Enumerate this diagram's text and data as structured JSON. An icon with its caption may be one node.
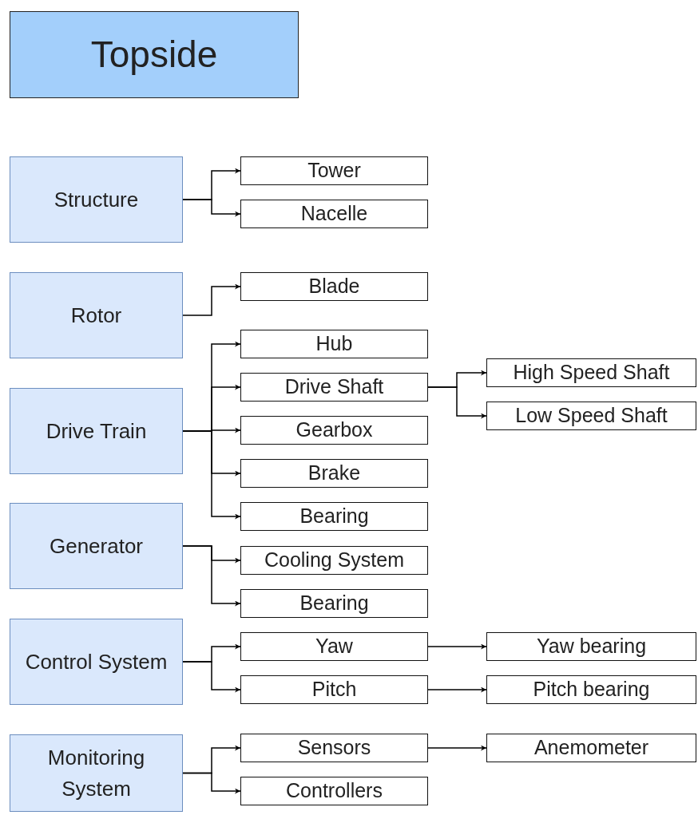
{
  "diagram": {
    "nodes": [
      {
        "text": [
          "Topside"
        ]
      },
      {
        "text": [
          "Structure"
        ]
      },
      {
        "text": [
          "Tower"
        ]
      },
      {
        "text": [
          "Nacelle"
        ]
      },
      {
        "text": [
          "Rotor"
        ]
      },
      {
        "text": [
          "Blade"
        ]
      },
      {
        "text": [
          "Drive Train"
        ]
      },
      {
        "text": [
          "Hub"
        ]
      },
      {
        "text": [
          "Drive Shaft"
        ]
      },
      {
        "text": [
          "High Speed Shaft"
        ]
      },
      {
        "text": [
          "Low Speed Shaft"
        ]
      },
      {
        "text": [
          "Gearbox"
        ]
      },
      {
        "text": [
          "Brake"
        ]
      },
      {
        "text": [
          "Bearing"
        ]
      },
      {
        "text": [
          "Generator"
        ]
      },
      {
        "text": [
          "Cooling System"
        ]
      },
      {
        "text": [
          "Bearing"
        ]
      },
      {
        "text": [
          "Control System"
        ]
      },
      {
        "text": [
          "Yaw"
        ]
      },
      {
        "text": [
          "Yaw bearing"
        ]
      },
      {
        "text": [
          "Pitch"
        ]
      },
      {
        "text": [
          "Pitch bearing"
        ]
      },
      {
        "text": [
          "Monitoring System"
        ]
      },
      {
        "text": [
          "Sensors"
        ]
      },
      {
        "text": [
          "Anemometer"
        ]
      },
      {
        "text": [
          "Controllers"
        ]
      }
    ],
    "edges": [
      {
        "from": 1,
        "to": 2,
        "arrow": "to"
      },
      {
        "from": 1,
        "to": 3,
        "arrow": "to"
      },
      {
        "from": 4,
        "to": 5,
        "arrow": "to"
      },
      {
        "from": 6,
        "to": 7,
        "arrow": "to"
      },
      {
        "from": 6,
        "to": 8,
        "arrow": "to"
      },
      {
        "from": 8,
        "to": 9,
        "arrow": "to"
      },
      {
        "from": 8,
        "to": 10,
        "arrow": "to"
      },
      {
        "from": 6,
        "to": 11,
        "arrow": "to"
      },
      {
        "from": 6,
        "to": 12,
        "arrow": "to"
      },
      {
        "from": 6,
        "to": 13,
        "arrow": "to"
      },
      {
        "from": 14,
        "to": 15,
        "arrow": "to"
      },
      {
        "from": 14,
        "to": 16,
        "arrow": "to"
      },
      {
        "from": 17,
        "to": 18,
        "arrow": "to"
      },
      {
        "from": 18,
        "to": 19,
        "arrow": "to"
      },
      {
        "from": 17,
        "to": 20,
        "arrow": "to"
      },
      {
        "from": 20,
        "to": 21,
        "arrow": "to"
      },
      {
        "from": 22,
        "to": 23,
        "arrow": "to"
      },
      {
        "from": 23,
        "to": 24,
        "arrow": "to"
      },
      {
        "from": 22,
        "to": 25,
        "arrow": "to"
      }
    ]
  }
}
